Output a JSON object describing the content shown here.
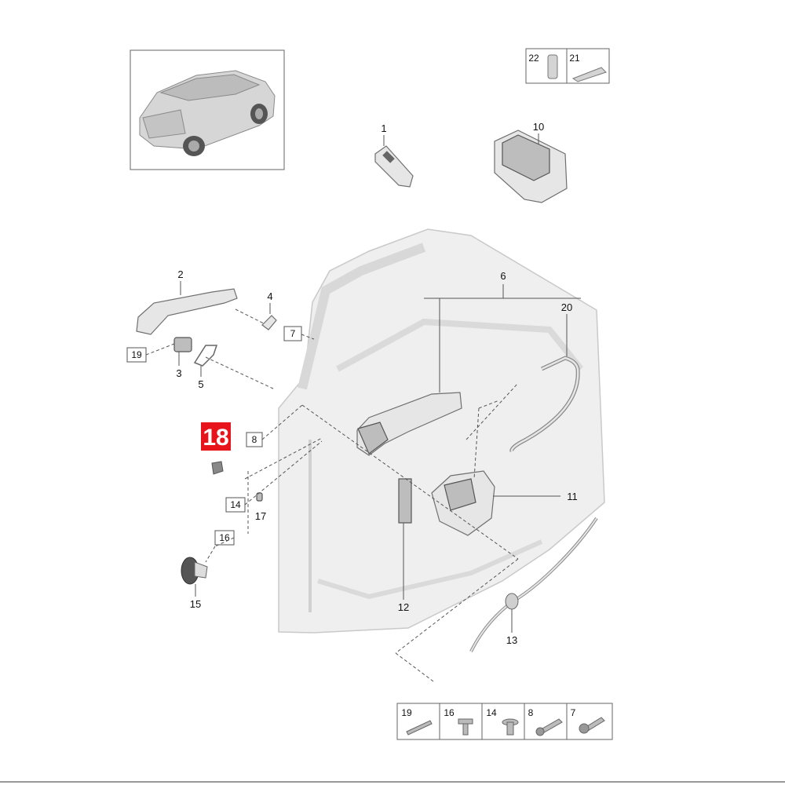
{
  "highlight": {
    "label": "18",
    "color": "#e8141b"
  },
  "parts": [
    {
      "id": "p1",
      "label": "1"
    },
    {
      "id": "p2",
      "label": "2"
    },
    {
      "id": "p3",
      "label": "3"
    },
    {
      "id": "p4",
      "label": "4"
    },
    {
      "id": "p5",
      "label": "5"
    },
    {
      "id": "p6",
      "label": "6"
    },
    {
      "id": "p10",
      "label": "10"
    },
    {
      "id": "p11",
      "label": "11"
    },
    {
      "id": "p12",
      "label": "12"
    },
    {
      "id": "p13",
      "label": "13"
    },
    {
      "id": "p15",
      "label": "15"
    },
    {
      "id": "p17",
      "label": "17"
    },
    {
      "id": "p20",
      "label": "20"
    }
  ],
  "boxed_labels": {
    "b7": "7",
    "b8": "8",
    "b14": "14",
    "b16": "16",
    "b19": "19"
  },
  "top_legend": [
    "22",
    "21"
  ],
  "bottom_legend": [
    "19",
    "16",
    "14",
    "8",
    "7"
  ]
}
